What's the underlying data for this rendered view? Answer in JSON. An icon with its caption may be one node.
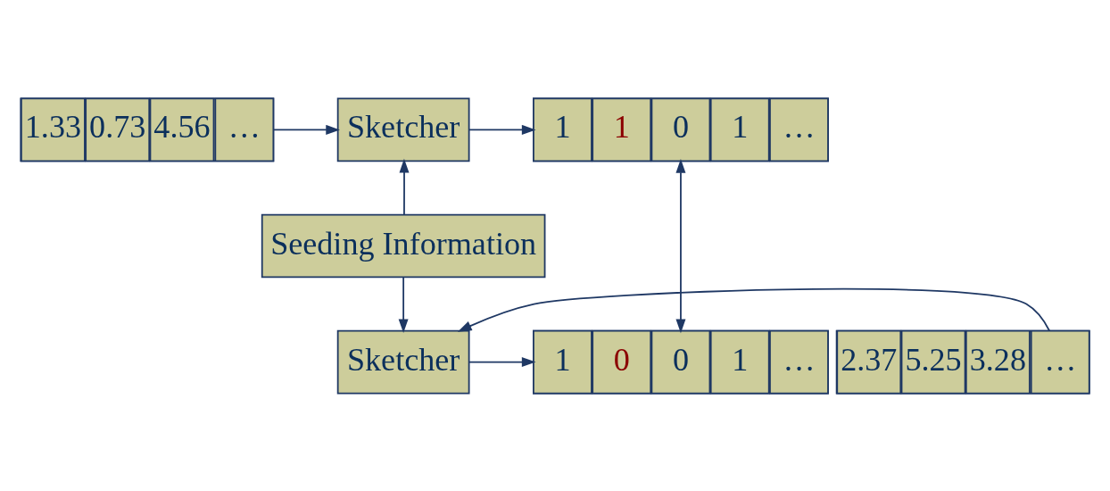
{
  "diagram": {
    "nodes": [
      {
        "text": [],
        "shape": "box"
      },
      {
        "text": [
          "1.33"
        ],
        "in": 0
      },
      {
        "text": [
          "0.73"
        ],
        "in": 0
      },
      {
        "text": [
          "4.56"
        ],
        "in": 0
      },
      {
        "text": [
          "…"
        ],
        "in": 0
      },
      {
        "text": [
          "Sketcher"
        ]
      },
      {
        "text": [],
        "shape": "box"
      },
      {
        "text": [
          "1"
        ],
        "in": 6
      },
      {
        "text": [
          "1"
        ],
        "in": 6
      },
      {
        "text": [
          "0"
        ],
        "in": 6
      },
      {
        "text": [
          "1"
        ],
        "in": 6
      },
      {
        "text": [
          "…"
        ],
        "in": 6
      },
      {
        "text": [
          "Seeding Information"
        ]
      },
      {
        "text": [],
        "shape": "box"
      },
      {
        "text": [
          "2.37"
        ],
        "in": 13
      },
      {
        "text": [
          "5.25"
        ],
        "in": 13
      },
      {
        "text": [
          "3.28"
        ],
        "in": 13
      },
      {
        "text": [
          "…"
        ],
        "in": 13
      },
      {
        "text": [
          "Sketcher"
        ]
      },
      {
        "text": [],
        "shape": "box"
      },
      {
        "text": [
          "1"
        ],
        "in": 19
      },
      {
        "text": [
          "0"
        ],
        "in": 19
      },
      {
        "text": [
          "0"
        ],
        "in": 19
      },
      {
        "text": [
          "1"
        ],
        "in": 19
      },
      {
        "text": [
          "…"
        ],
        "in": 19
      }
    ],
    "edges": [
      {
        "from": 0,
        "to": 5,
        "arrow": "to"
      },
      {
        "from": 5,
        "to": 6,
        "arrow": "to"
      },
      {
        "from": 12,
        "to": 5,
        "arrow": "to"
      },
      {
        "from": 12,
        "to": 18,
        "arrow": "to"
      },
      {
        "from": 13,
        "to": 18,
        "arrow": "to"
      },
      {
        "from": 18,
        "to": 19,
        "arrow": "to"
      },
      {
        "from": 6,
        "to": 19,
        "arrow": "both"
      }
    ]
  }
}
